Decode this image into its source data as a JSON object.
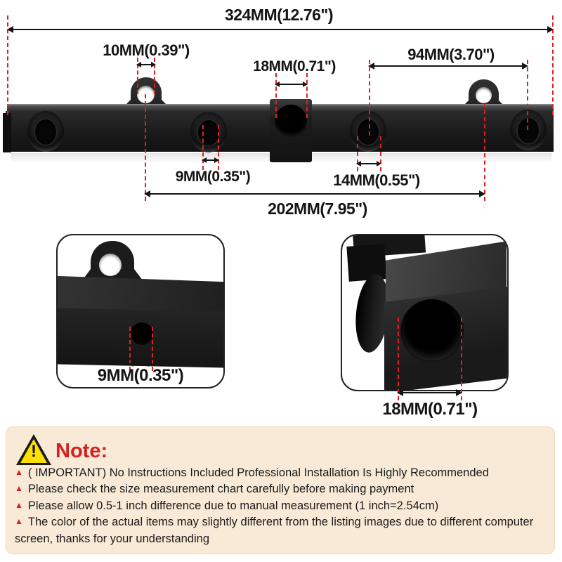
{
  "product": {
    "name": "fuel-rail-measurement-diagram"
  },
  "dimensions": {
    "overall_width": "324MM(12.76\")",
    "ear_hole_diameter": "10MM(0.39\")",
    "center_port_diameter": "18MM(0.71\")",
    "right_port_spacing": "94MM(3.70\")",
    "injector_hole_diameter": "9MM(0.35\")",
    "port_boss_diameter": "14MM(0.55\")",
    "mount_hole_spacing": "202MM(7.95\")"
  },
  "closeups": {
    "left_label": "9MM(0.35\")",
    "right_label": "18MM(0.71\")"
  },
  "note": {
    "title": "Note:",
    "warning_mark": "!",
    "bullet_marker": "▲",
    "bullets": [
      "( IMPORTANT) No Instructions Included Professional Installation Is Highly Recommended",
      "Please check the size measurement chart carefully before making payment",
      "Please allow 0.5-1 inch difference due to manual measurement (1 inch=2.54cm)",
      "The color of the actual items may slightly different from the listing images due to different computer screen, thanks for your understanding"
    ]
  },
  "colors": {
    "dash_red": "#e02020",
    "ink": "#141414",
    "note_background": "#f8ead6",
    "note_title_red": "#d42020",
    "warning_yellow": "#ffdf00",
    "product_black": "#1b1b1b"
  }
}
